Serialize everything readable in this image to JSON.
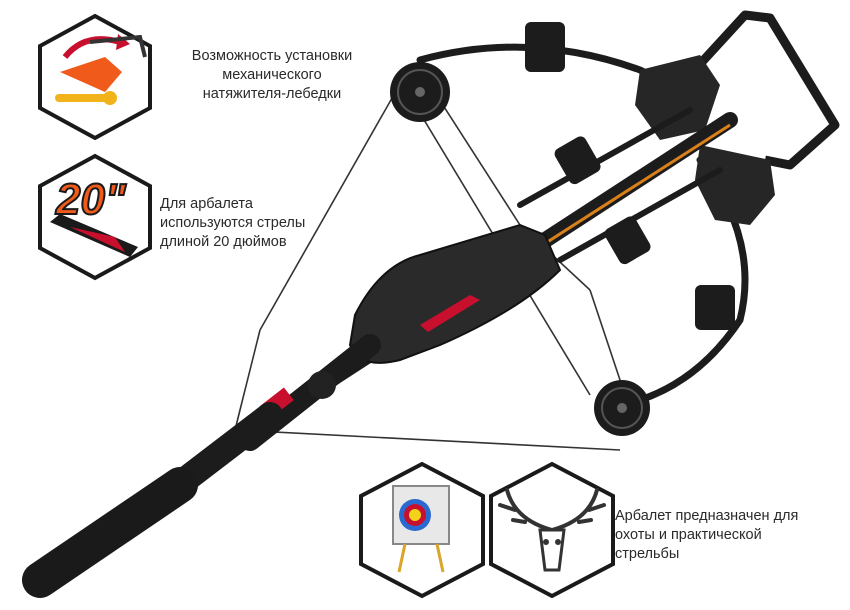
{
  "features": [
    {
      "icon": "winch-crank-icon",
      "caption_lines": [
        "Возможность установки",
        "механического",
        "натяжителя-лебедки"
      ]
    },
    {
      "icon": "arrow-length-icon",
      "badge": "20\"",
      "caption_lines": [
        "Для арбалета",
        "используются стрелы",
        "длиной 20 дюймов"
      ]
    },
    {
      "icons": [
        "archery-target-icon",
        "deer-skull-icon"
      ],
      "caption_lines": [
        "Арбалет предназначен для",
        "охоты и практической",
        "стрельбы"
      ]
    }
  ],
  "colors": {
    "hex_border": "#1a1a1a",
    "accent_orange": "#f05a1a",
    "accent_red": "#c8102e",
    "product_black": "#1c1c1c"
  }
}
